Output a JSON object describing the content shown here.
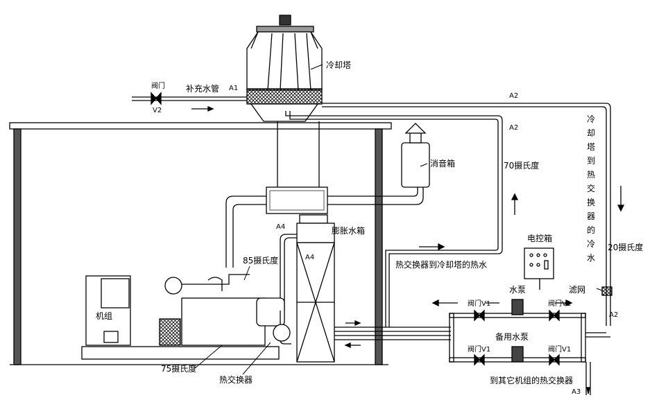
{
  "labels": {
    "cooling_tower": "冷却塔",
    "valve_v2": "阀门",
    "v2": "V2",
    "makeup_pipe": "补充水管",
    "a1": "A1",
    "a2_top": "A2",
    "a2_mid": "A2",
    "a2_right": "A2",
    "a3": "A3",
    "a4_pipe": "A4",
    "a4_tank": "A4",
    "muffler": "消音箱",
    "temp_70": "70摄氏度",
    "temp_85": "85摄氏度",
    "temp_75": "75摄氏度",
    "temp_20": "20摄氏度",
    "expansion_tank": "膨胀水箱",
    "genset": "机组",
    "heat_exchanger": "热交换器",
    "hx_to_tower": "热交换器到冷却塔的热水",
    "control_box": "电控箱",
    "pump": "水泵",
    "standby_pump": "备用水泵",
    "valve_v1_a": "阀门V1",
    "valve_v1_b": "阀门V1",
    "valve_v1_c": "阀门V1",
    "valve_v1_d": "阀门V1",
    "filter": "滤网",
    "to_other_units": "到其它机组的热交换器",
    "tower_to_hx_vertical": [
      "冷",
      "却",
      "塔",
      "到",
      "热",
      "交",
      "换",
      "器",
      "的",
      "冷",
      "水"
    ]
  }
}
